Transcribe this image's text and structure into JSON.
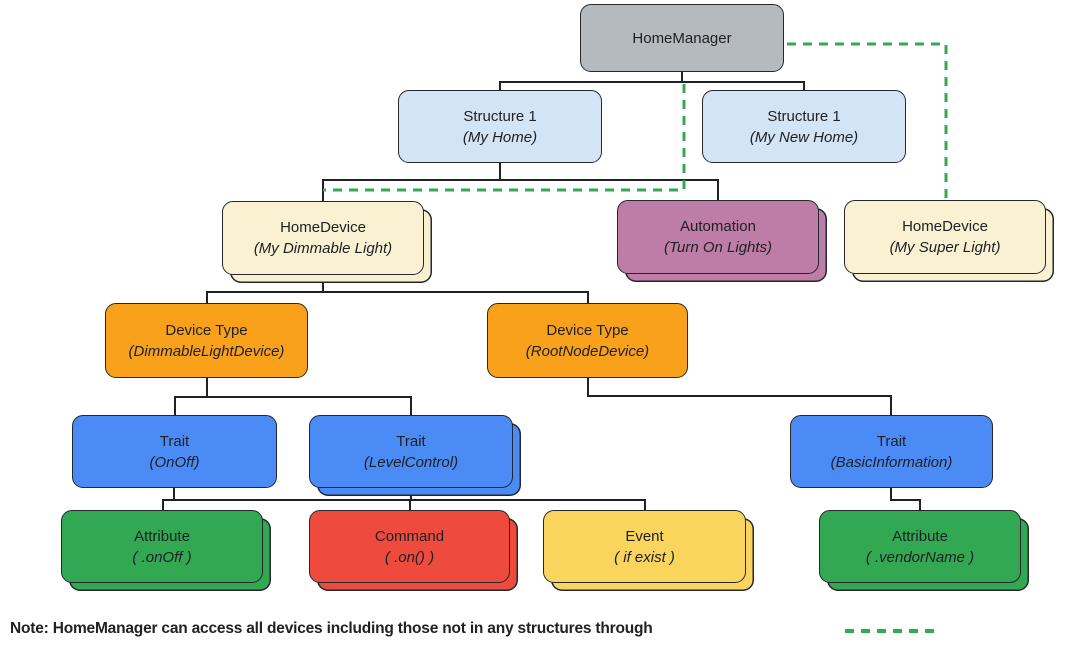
{
  "diagram": {
    "nodes": {
      "homeManager": {
        "title": "HomeManager"
      },
      "structure1Home": {
        "title": "Structure 1",
        "subtitle": "(My Home)"
      },
      "structure1NewHome": {
        "title": "Structure 1",
        "subtitle": "(My New Home)"
      },
      "homeDeviceDimmable": {
        "title": "HomeDevice",
        "subtitle": "(My Dimmable Light)"
      },
      "automation": {
        "title": "Automation",
        "subtitle": "(Turn On Lights)"
      },
      "homeDeviceSuper": {
        "title": "HomeDevice",
        "subtitle": "(My Super Light)"
      },
      "deviceTypeDimmable": {
        "title": "Device Type",
        "subtitle": "(DimmableLightDevice)"
      },
      "deviceTypeRootNode": {
        "title": "Device Type",
        "subtitle": "(RootNodeDevice)"
      },
      "traitOnOff": {
        "title": "Trait",
        "subtitle": "(OnOff)"
      },
      "traitLevelControl": {
        "title": "Trait",
        "subtitle": "(LevelControl)"
      },
      "traitBasicInformation": {
        "title": "Trait",
        "subtitle": "(BasicInformation)"
      },
      "attributeOnOff": {
        "title": "Attribute",
        "subtitle": "( .onOff )"
      },
      "commandOn": {
        "title": "Command",
        "subtitle": "( .on() )"
      },
      "eventIfExist": {
        "title": "Event",
        "subtitle": "( if exist )"
      },
      "attributeVendorName": {
        "title": "Attribute",
        "subtitle": "( .vendorName )"
      }
    },
    "note": {
      "text": "Note: HomeManager can access all devices including those not in any structures through"
    },
    "colors": {
      "gray": "#B5BABF",
      "light_blue": "#D4E4F7",
      "cream": "#FAF0D2",
      "mauve": "#BD7DA6",
      "orange": "#F9A11B",
      "blue": "#4B8BF5",
      "green": "#33A852",
      "red": "#EE4B3E",
      "yellow": "#FAD55E",
      "connector": "#202124",
      "dashed_link": "#34A853"
    }
  }
}
